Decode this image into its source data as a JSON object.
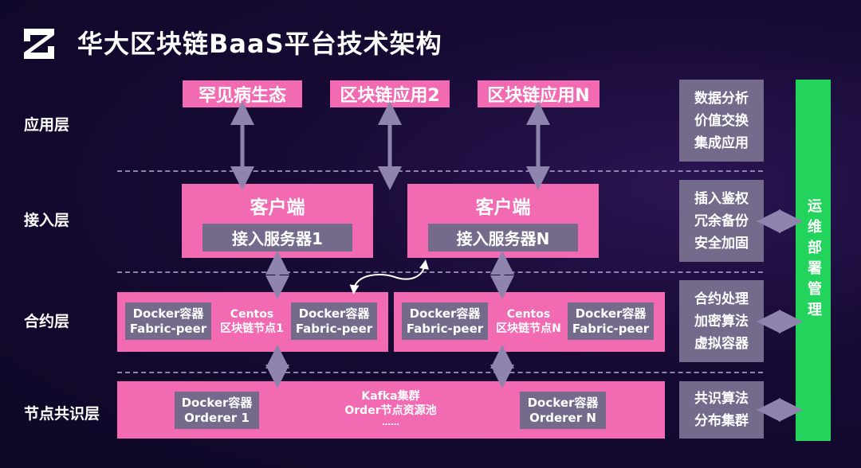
{
  "header": {
    "title": "华大区块链BaaS平台技术架构",
    "logo_icon": "z-logo-icon"
  },
  "layers": [
    "应用层",
    "接入层",
    "合约层",
    "节点共识层"
  ],
  "apps": [
    "罕见病生态",
    "区块链应用2",
    "区块链应用N"
  ],
  "clients": [
    {
      "title": "客户端",
      "server": "接入服务器1"
    },
    {
      "title": "客户端",
      "server": "接入服务器N"
    }
  ],
  "contract_nodes": [
    {
      "left_line1": "Docker容器",
      "left_line2": "Fabric-peer",
      "mid_line1": "Centos",
      "mid_line2": "区块链节点1",
      "right_line1": "Docker容器",
      "right_line2": "Fabric-peer"
    },
    {
      "left_line1": "Docker容器",
      "left_line2": "Fabric-peer",
      "mid_line1": "Centos",
      "mid_line2": "区块链节点N",
      "right_line1": "Docker容器",
      "right_line2": "Fabric-peer"
    }
  ],
  "consensus": {
    "left_line1": "Docker容器",
    "left_line2": "Orderer 1",
    "mid_line1": "Kafka集群",
    "mid_line2": "Order节点资源池",
    "mid_line3": "……",
    "right_line1": "Docker容器",
    "right_line2": "Orderer N"
  },
  "right_panel": [
    [
      "数据分析",
      "价值交换",
      "集成应用"
    ],
    [
      "插入鉴权",
      "冗余备份",
      "安全加固"
    ],
    [
      "合约处理",
      "加密算法",
      "虚拟容器"
    ],
    [
      "共识算法",
      "分布集群"
    ]
  ],
  "ops_label": "运维部署管理",
  "colors": {
    "pink": "#f26ab2",
    "gray": "#736a8c",
    "green": "#22d35c",
    "background": "#160a33"
  }
}
